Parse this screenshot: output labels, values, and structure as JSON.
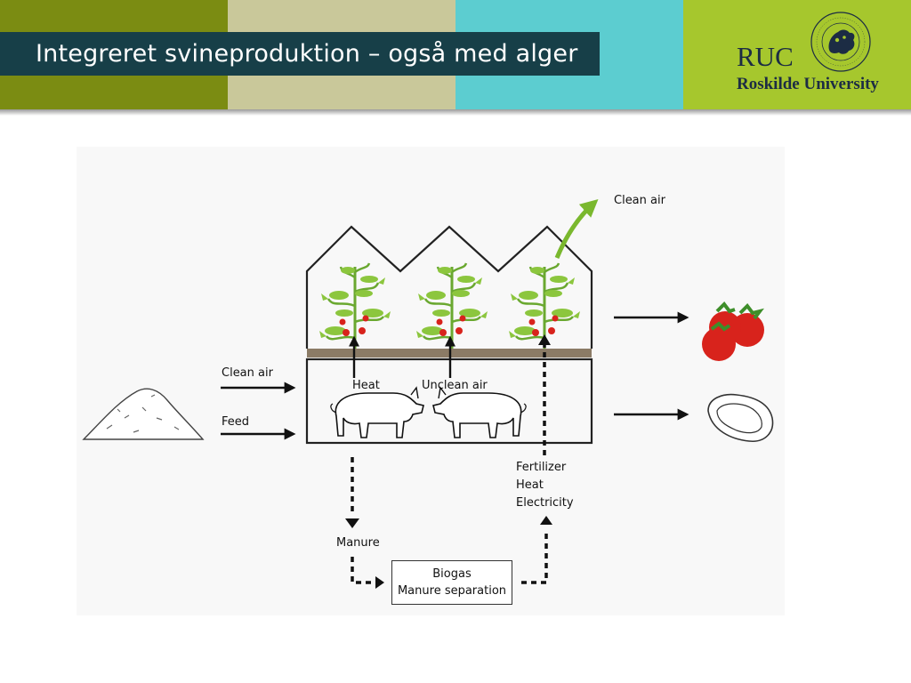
{
  "slide": {
    "title": "Integreret svineproduktion – også med alger",
    "colors": {
      "band_olive": "#7b8c12",
      "band_khaki": "#c9c89a",
      "band_cyan": "#5ccdd0",
      "band_lime": "#a6c72d",
      "title_bg": "#173f48",
      "clean_air_arrow": "#7ab82e",
      "tomato": "#d8231c"
    }
  },
  "logo": {
    "short": "RUC",
    "name": "Roskilde University",
    "seal_icon": "roskilde-seal-icon"
  },
  "diagram": {
    "labels": {
      "clean_air_out": "Clean air",
      "clean_air_in": "Clean air",
      "feed": "Feed",
      "heat": "Heat",
      "unclean_air": "Unclean air",
      "fertilizer": "Fertilizer",
      "heat_out": "Heat",
      "electricity": "Electricity",
      "manure": "Manure",
      "biogas": "Biogas",
      "manure_separation": "Manure separation"
    },
    "icons": [
      "tomato-plant-icon",
      "pig-icon",
      "feed-pile-icon",
      "tomatoes-icon",
      "meat-icon",
      "arrow-icon"
    ]
  }
}
